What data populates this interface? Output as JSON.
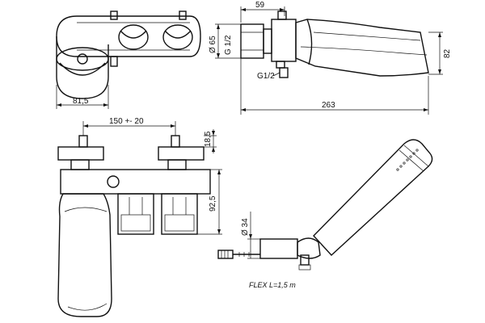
{
  "dimensions": {
    "top_width": "59",
    "diameter_65": "Ø 65",
    "thread_half_top": "G 1/2",
    "thread_half_bottom": "G1/2",
    "height_82": "82",
    "width_81_5": "81,5",
    "length_263": "263",
    "spacing_150": "150 +- 20",
    "offset_18_5": "18,5",
    "height_92_5": "92,5",
    "diameter_34": "Ø 34"
  },
  "hose_label": "FLEX L=1,5 m"
}
